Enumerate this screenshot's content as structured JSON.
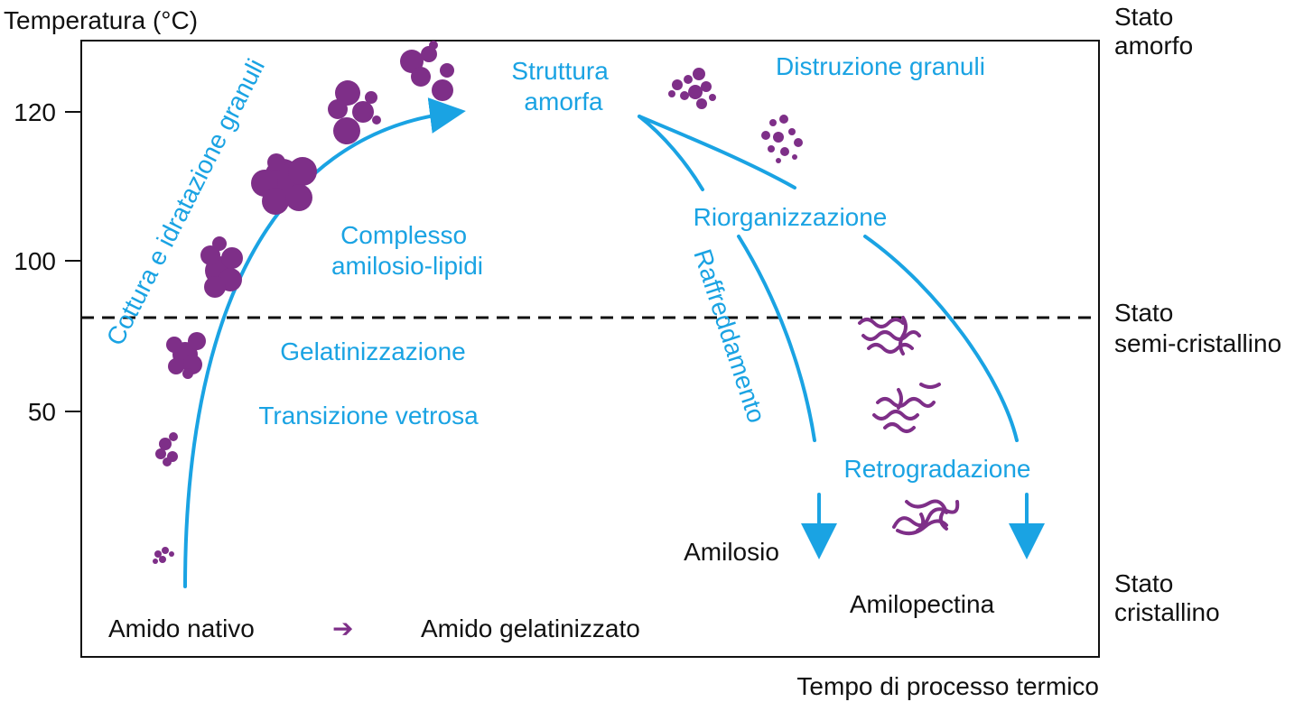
{
  "colors": {
    "flow": "#1aa3e3",
    "granule": "#7e2f88",
    "axis": "#111111",
    "background": "#ffffff"
  },
  "axis": {
    "y_title": "Temperatura (°C)",
    "x_title": "Tempo di processo termico",
    "ticks": [
      "120",
      "100",
      "50"
    ]
  },
  "states": {
    "amorphous": [
      "Stato",
      "amorfo"
    ],
    "semi_crystalline": [
      "Stato",
      "semi-cristallino"
    ],
    "crystalline": [
      "Stato",
      "cristallino"
    ]
  },
  "labels": {
    "cooking": "Cottura e idratazione granuli",
    "amorphous_structure": [
      "Struttura",
      "amorfa"
    ],
    "complex": [
      "Complesso",
      "amilosio-lipidi"
    ],
    "gelatinization": "Gelatinizzazione",
    "glass_transition": "Transizione vetrosa",
    "granule_destruction": "Distruzione granuli",
    "reorganization": "Riorganizzazione",
    "cooling": "Raffreddamento",
    "retrogradation": "Retrogradazione",
    "amylose": "Amilosio",
    "amylopectin": "Amilopectina"
  },
  "legend": {
    "native": "Amido nativo",
    "arrow": "➔",
    "gelatinized": "Amido gelatinizzato"
  }
}
